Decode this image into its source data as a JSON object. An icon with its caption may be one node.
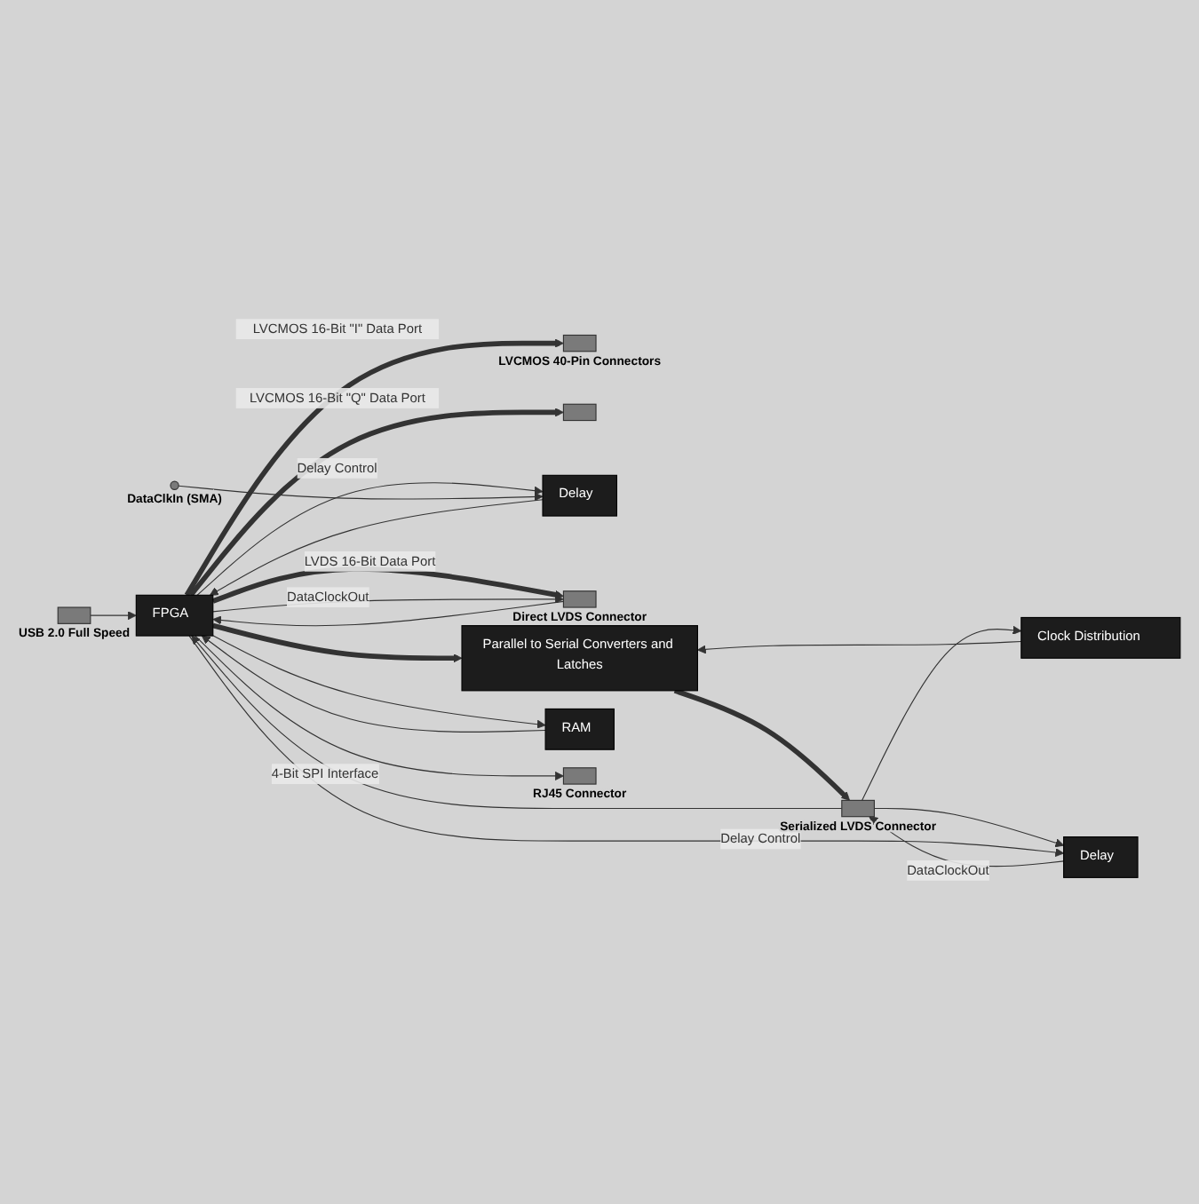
{
  "diagram": {
    "nodes": [
      {
        "text": [],
        "shape": "box",
        "beside": [
          "USB 2.0 Full Speed"
        ]
      },
      {
        "text": [
          "FPGA"
        ]
      },
      {
        "text": [],
        "shape": "box",
        "beside": [
          "LVCMOS 40-Pin Connectors"
        ]
      },
      {
        "text": [],
        "shape": "box"
      },
      {
        "text": [
          "Delay"
        ]
      },
      {
        "text": [],
        "shape": "circle",
        "beside": [
          "DataClkIn (SMA)"
        ]
      },
      {
        "text": [],
        "shape": "box",
        "beside": [
          "Direct LVDS Connector"
        ]
      },
      {
        "text": [
          "Clock Distribution"
        ]
      },
      {
        "text": [
          "Parallel to Serial Converters and Latches"
        ]
      },
      {
        "text": [],
        "shape": "box",
        "beside": [
          "Serialized LVDS Connector"
        ]
      },
      {
        "text": [
          "Delay"
        ]
      },
      {
        "text": [
          "RAM"
        ]
      },
      {
        "text": [],
        "shape": "box",
        "beside": [
          "RJ45 Connector"
        ]
      }
    ],
    "edges": [
      {
        "from": 0,
        "to": 1,
        "arrow": "to"
      },
      {
        "from": 1,
        "to": 2,
        "arrow": "to",
        "label": "LVCMOS 16-Bit \"I\" Data Port",
        "style": "thick"
      },
      {
        "from": 1,
        "to": 3,
        "arrow": "to",
        "label": "LVCMOS 16-Bit \"Q\" Data Port",
        "style": "thick"
      },
      {
        "from": 1,
        "to": 4,
        "arrow": "to",
        "label": "Delay Control"
      },
      {
        "from": 5,
        "to": 4,
        "arrow": "to"
      },
      {
        "from": 4,
        "to": 1,
        "arrow": "to"
      },
      {
        "from": 1,
        "to": 6,
        "arrow": "to",
        "label": "LVDS 16-Bit Data Port",
        "style": "thick"
      },
      {
        "from": 1,
        "to": 6,
        "arrow": "to",
        "label": "DataClockOut"
      },
      {
        "from": 6,
        "to": 1,
        "arrow": "to"
      },
      {
        "from": 9,
        "to": 1,
        "arrow": "to"
      },
      {
        "from": 9,
        "to": 7,
        "arrow": "to"
      },
      {
        "from": 9,
        "to": 10,
        "arrow": "to"
      },
      {
        "from": 7,
        "to": 8,
        "arrow": "to"
      },
      {
        "from": 1,
        "to": 8,
        "arrow": "to",
        "style": "thick"
      },
      {
        "from": 8,
        "to": 9,
        "arrow": "to",
        "style": "thick"
      },
      {
        "from": 1,
        "to": 10,
        "arrow": "to",
        "label": "Delay Control"
      },
      {
        "from": 10,
        "to": 9,
        "arrow": "to",
        "label": "DataClockOut"
      },
      {
        "from": 1,
        "to": 11,
        "arrow": "to"
      },
      {
        "from": 11,
        "to": 1,
        "arrow": "to"
      },
      {
        "from": 1,
        "to": 12,
        "arrow": "to",
        "label": "4-Bit SPI Interface"
      }
    ]
  }
}
